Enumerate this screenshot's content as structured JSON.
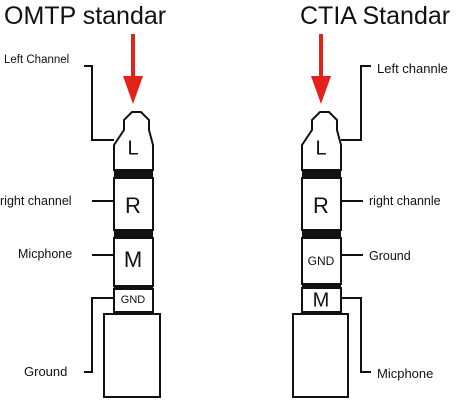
{
  "colors": {
    "arrow": "#e2231a",
    "ink": "#111111"
  },
  "left": {
    "title": "OMTP standar",
    "labels": {
      "tip": "Left Channel",
      "ring1": "right channel",
      "ring2": "Micphone",
      "sleeve": "Ground"
    },
    "segments": {
      "tip": "L",
      "ring1": "R",
      "ring2": "M",
      "ring3": "GND"
    }
  },
  "right": {
    "title": "CTIA Standar",
    "labels": {
      "tip": "Left channle",
      "ring1": "right channle",
      "ring2": "Ground",
      "sleeve": "Micphone"
    },
    "segments": {
      "tip": "L",
      "ring1": "R",
      "ring2": "GND",
      "ring3": "M"
    }
  }
}
